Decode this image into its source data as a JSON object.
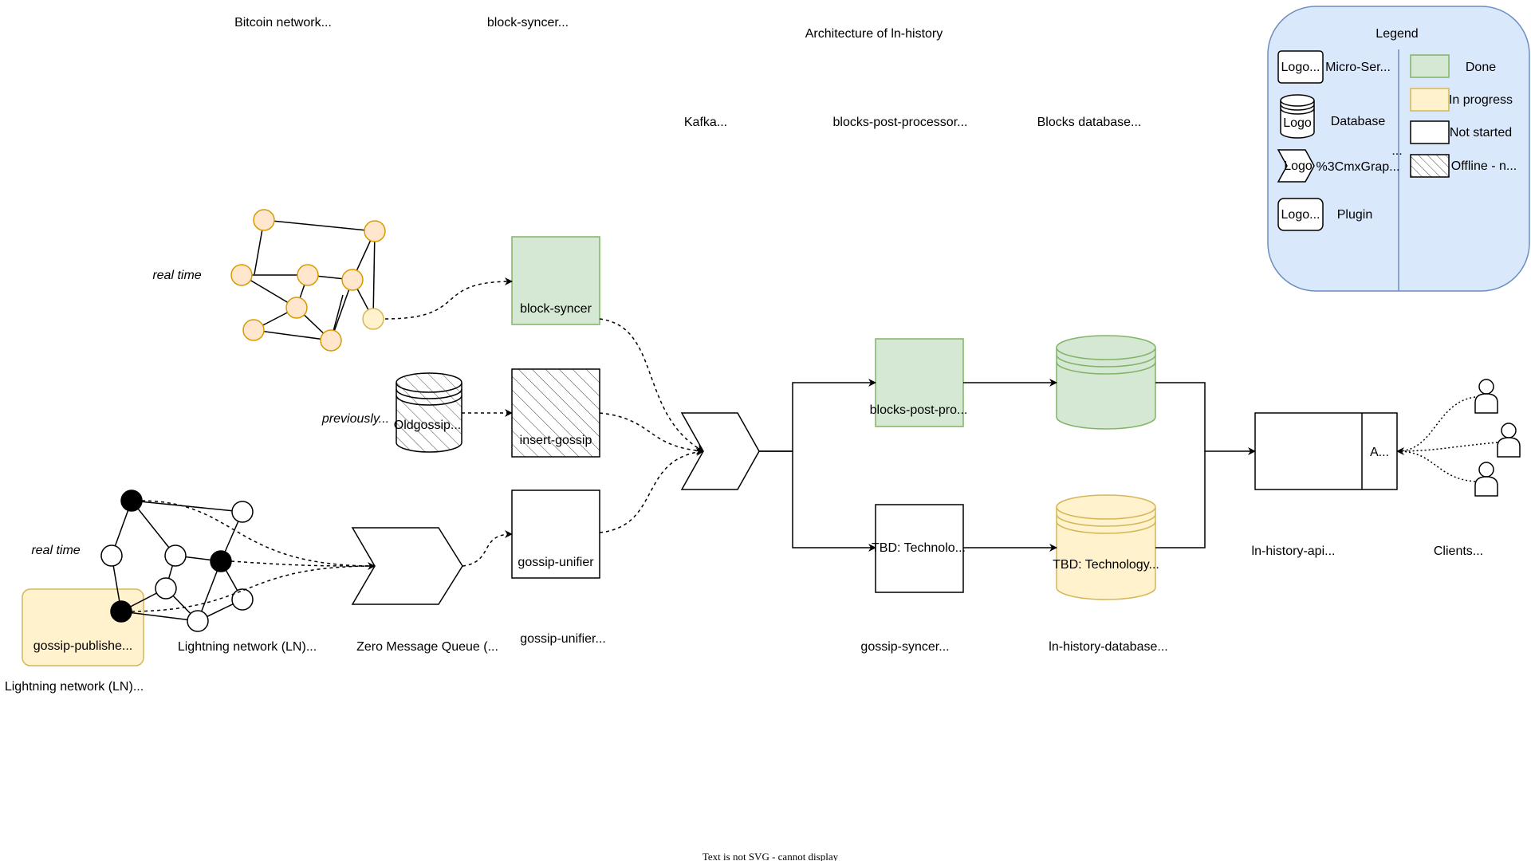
{
  "title": "Architecture of ln-history",
  "top_labels": {
    "bitcoin_network": "Bitcoin network...",
    "block_syncer": "block-syncer...",
    "kafka": "Kafka...",
    "blocks_post_processor": "blocks-post-processor...",
    "blocks_database": "Blocks database..."
  },
  "side_labels": {
    "real_time_top": "real time",
    "previously": "previously...",
    "real_time_bottom": "real time"
  },
  "nodes": {
    "block_syncer": "block-syncer",
    "old_gossip_db": "Oldgossip...",
    "insert_gossip": "insert-gossip",
    "gossip_unifier": "gossip-unifier",
    "gossip_publisher": "gossip-publishe...",
    "blocks_post_pro": "blocks-post-pro...",
    "tbd_technolo": "TBD: Technolo...",
    "tbd_technology": "TBD: Technology...",
    "api_a": "A..."
  },
  "bottom_labels": {
    "ln_network_1": "Lightning network (LN)...",
    "ln_network_2": "Lightning network (LN)...",
    "zmq": "Zero Message Queue (...",
    "gossip_unifier": "gossip-unifier...",
    "gossip_syncer": "gossip-syncer...",
    "ln_history_database": "ln-history-database...",
    "ln_history_api": "ln-history-api...",
    "clients": "Clients..."
  },
  "legend": {
    "title": "Legend",
    "items_left": [
      {
        "icon_text": "Logo...",
        "label": "Micro-Ser..."
      },
      {
        "icon_text": "Logo",
        "label": "Database"
      },
      {
        "icon_text": "Logo",
        "label": "%3CmxGrap..."
      },
      {
        "icon_text": "Logo...",
        "label": "Plugin"
      }
    ],
    "ellipsis": "...",
    "items_right": [
      {
        "label": "Done",
        "color": "#d5e8d4"
      },
      {
        "label": "In progress",
        "color": "#fff2cc"
      },
      {
        "label": "Not started",
        "color": "#ffffff"
      },
      {
        "label": "Offline - n..."
      }
    ]
  },
  "colors": {
    "done_fill": "#d5e8d4",
    "done_stroke": "#82b366",
    "progress_fill": "#fff2cc",
    "progress_stroke": "#d6b656",
    "legend_fill": "#dae8fc",
    "legend_stroke": "#6c8ebf",
    "peer_fill": "#ffe6cc",
    "peer_stroke": "#d79b00"
  },
  "footer": "Text is not SVG - cannot display"
}
